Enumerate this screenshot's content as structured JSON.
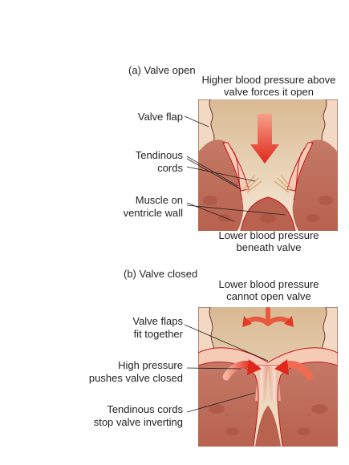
{
  "panel_a": {
    "title": "(a) Valve open",
    "top_caption_1": "Higher blood pressure above",
    "top_caption_2": "valve forces it open",
    "valve_flap": "Valve flap",
    "tendinous_1": "Tendinous",
    "tendinous_2": "cords",
    "muscle_1": "Muscle on",
    "muscle_2": "ventricle wall",
    "bottom_caption_1": "Lower blood pressure",
    "bottom_caption_2": "beneath valve"
  },
  "panel_b": {
    "title": "(b) Valve closed",
    "top_caption_1": "Lower blood pressure",
    "top_caption_2": "cannot open valve",
    "flaps_1": "Valve flaps",
    "flaps_2": "fit together",
    "high_1": "High pressure",
    "high_2": "pushes valve closed",
    "cords_1": "Tendinous cords",
    "cords_2": "stop valve inverting"
  },
  "colors": {
    "blood_top": "#e9d3b3",
    "muscle": "#c97a68",
    "muscle_dark": "#b25a4a",
    "outline": "#c4161c",
    "arrow": "#e23b22",
    "tissue_light": "#f3d8c4"
  }
}
